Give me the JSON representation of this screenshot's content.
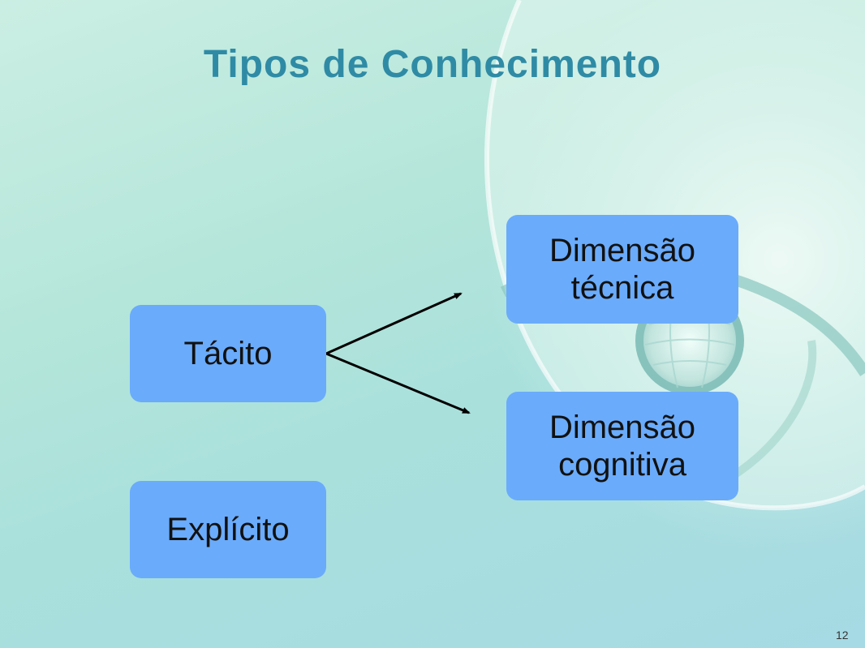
{
  "slide": {
    "title": "Tipos de Conhecimento",
    "page_number": "12"
  },
  "diagram": {
    "nodes": {
      "tacito": "Tácito",
      "explicito": "Explícito",
      "dimensao_tecnica": "Dimensão técnica",
      "dimensao_cognitiva": "Dimensão cognitiva"
    },
    "edges": [
      {
        "from": "tacito",
        "to": "dimensao_tecnica"
      },
      {
        "from": "tacito",
        "to": "dimensao_cognitiva"
      }
    ]
  },
  "colors": {
    "title": "#2f8ba5",
    "box_fill": "#6aabfb",
    "box_text": "#111111",
    "arrow": "#000000"
  }
}
